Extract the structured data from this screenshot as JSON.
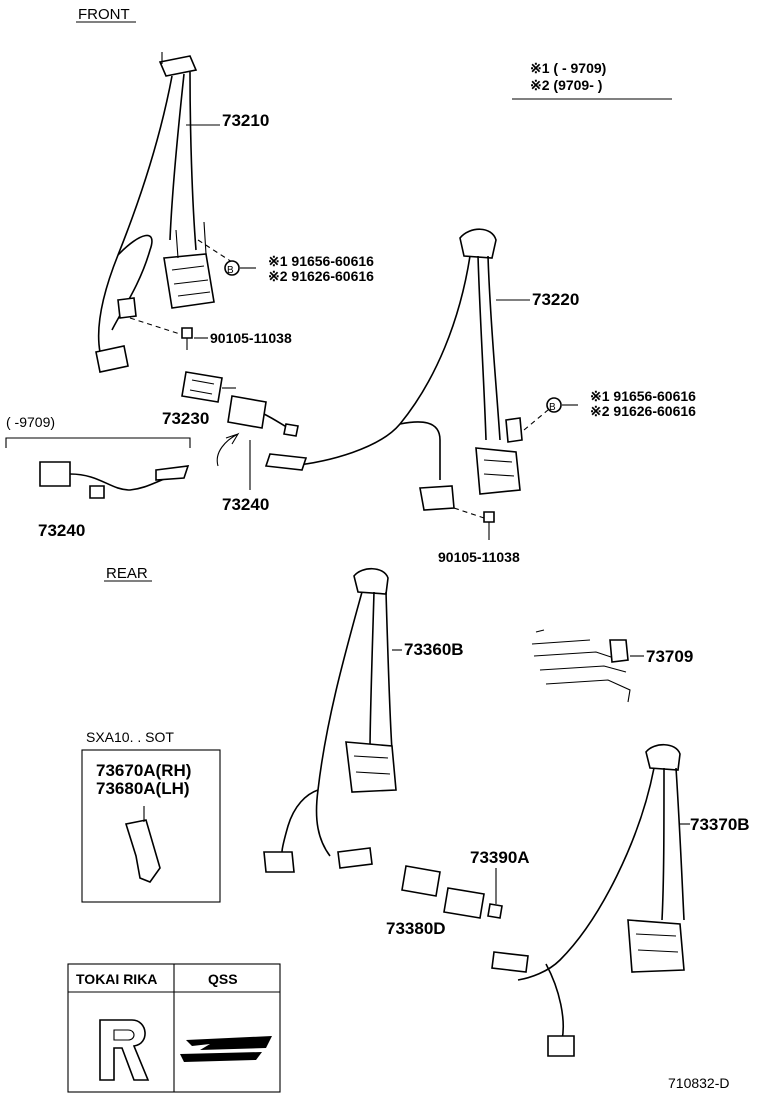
{
  "sections": {
    "front": "FRONT",
    "rear": "REAR"
  },
  "legend": {
    "row1": "※1 (    - 9709)",
    "row2": "※2 (9709-       )"
  },
  "parts": {
    "p73210": "73210",
    "p73220": "73220",
    "p73230": "73230",
    "p73240a": "73240",
    "p73240b": "73240",
    "p_bolt1_r1": "※1 91656-60616",
    "p_bolt1_r2": "※2 91626-60616",
    "p_bolt2_r1": "※1 91656-60616",
    "p_bolt2_r2": "※2 91626-60616",
    "p90105a": "90105-11038",
    "p90105b": "90105-11038",
    "p73360B": "73360B",
    "p73709": "73709",
    "p73370B": "73370B",
    "p73390A": "73390A",
    "p73380D": "73380D",
    "p73670A": "73670A(RH)",
    "p73680A": "73680A(LH)"
  },
  "inset_9709": {
    "range": "(     -9709)"
  },
  "sxa_box": {
    "title": "SXA10. . SOT"
  },
  "maker_table": {
    "col1": "TOKAI RIKA",
    "col2": "QSS"
  },
  "circle_marker": "B",
  "drawing_code": "710832-D"
}
